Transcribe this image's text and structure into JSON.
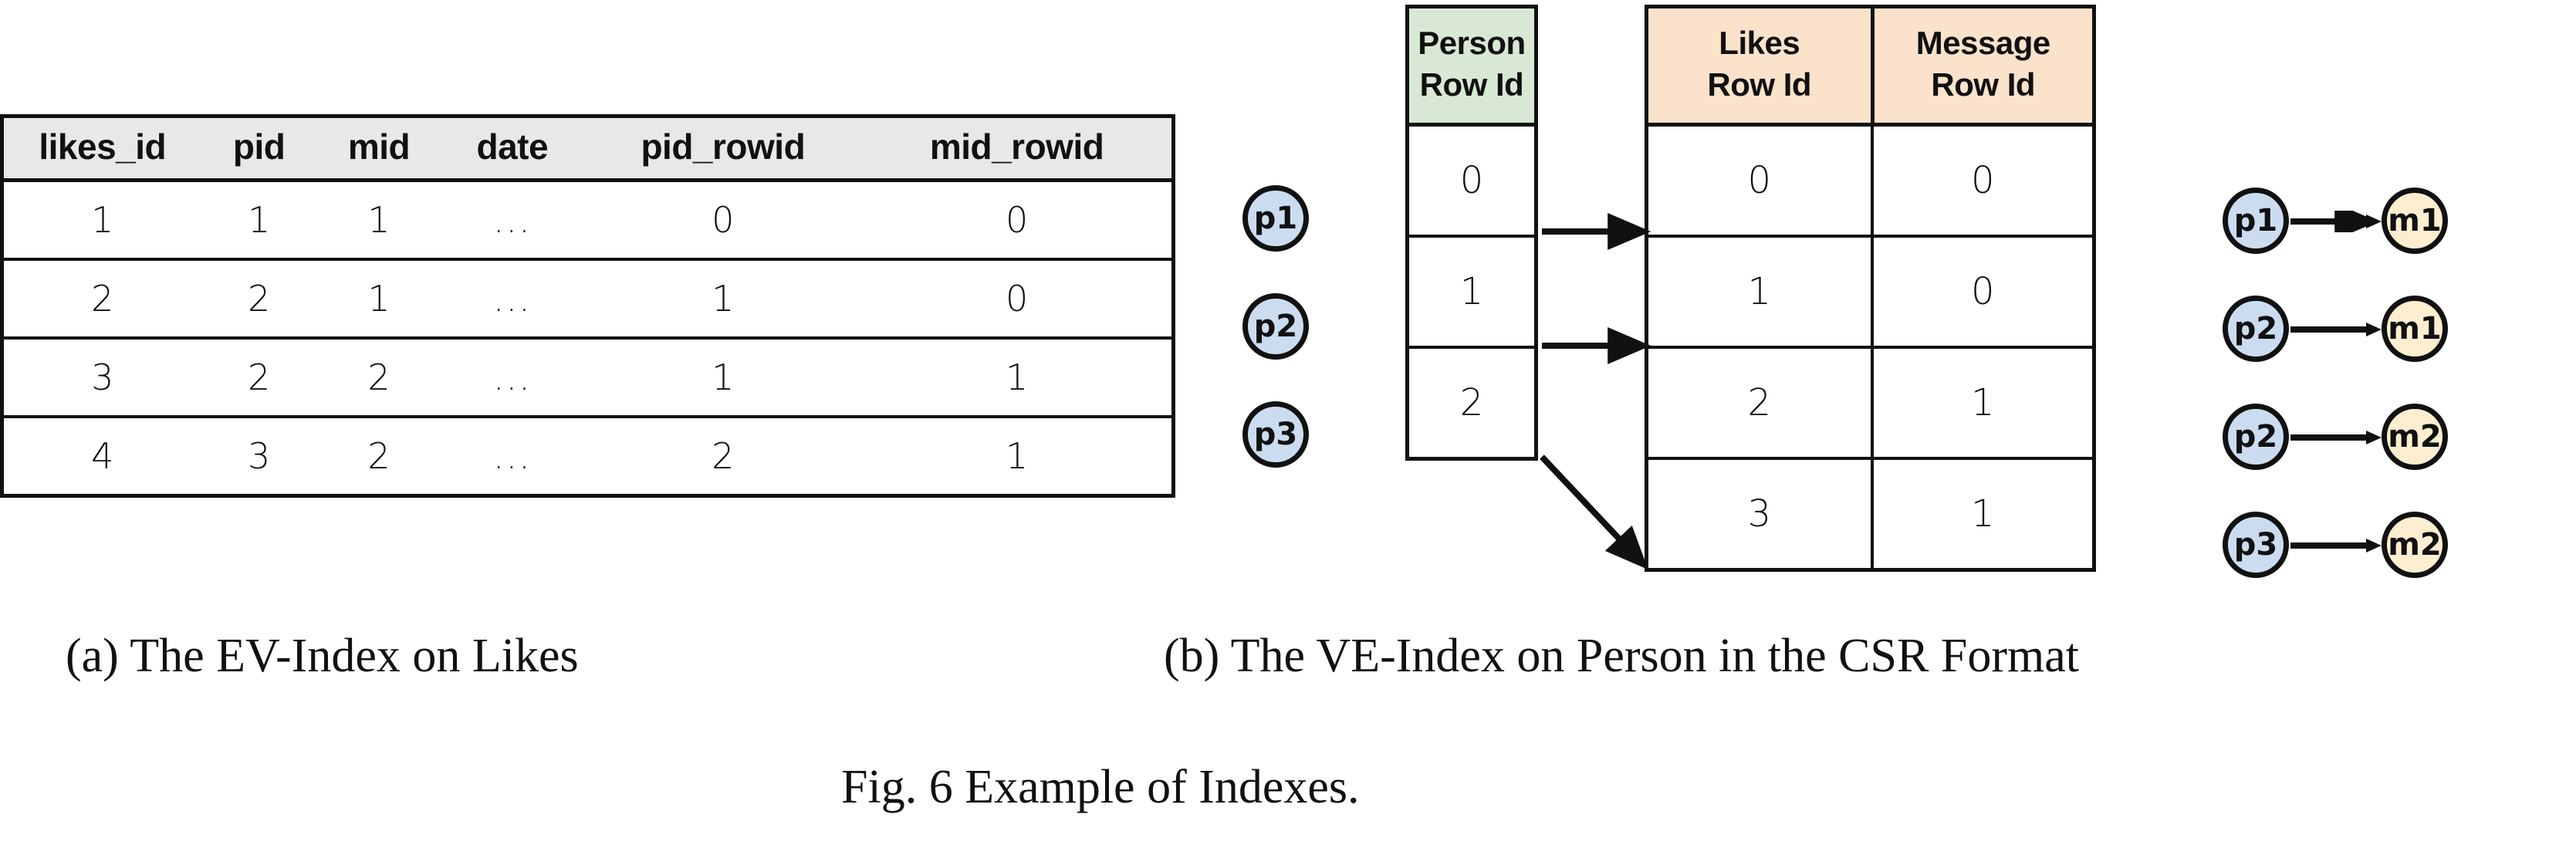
{
  "figure": {
    "caption": "Fig. 6 Example of Indexes.",
    "subcaption_a": "(a) The EV-Index on Likes",
    "subcaption_b": "(b) The VE-Index on Person in the CSR Format"
  },
  "colors": {
    "header_gray": "#e8e8e8",
    "person_header_green": "#d8e8d4",
    "csr_header_orange": "#fbe2cb",
    "person_node_blue": "#ccdcf0",
    "message_node_yellow": "#fdeed0",
    "line_black": "#111111"
  },
  "ev_index": {
    "columns": [
      "likes_id",
      "pid",
      "mid",
      "date",
      "pid_rowid",
      "mid_rowid"
    ],
    "rows": [
      [
        "1",
        "1",
        "1",
        "...",
        "0",
        "0"
      ],
      [
        "2",
        "2",
        "1",
        "...",
        "1",
        "0"
      ],
      [
        "3",
        "2",
        "2",
        "...",
        "1",
        "1"
      ],
      [
        "4",
        "3",
        "2",
        "...",
        "2",
        "1"
      ]
    ]
  },
  "ve_index": {
    "person_nodes": [
      "p1",
      "p2",
      "p3"
    ],
    "person_table": {
      "header": "Person Row Id",
      "header_line1": "Person",
      "header_line2": "Row Id",
      "values": [
        "0",
        "1",
        "2"
      ]
    },
    "csr_table": {
      "headers": [
        {
          "line1": "Likes",
          "line2": "Row Id",
          "full": "Likes Row Id"
        },
        {
          "line1": "Message",
          "line2": "Row Id",
          "full": "Message Row Id"
        }
      ],
      "rows": [
        [
          "0",
          "0"
        ],
        [
          "1",
          "0"
        ],
        [
          "2",
          "1"
        ],
        [
          "3",
          "1"
        ]
      ]
    },
    "edges": [
      {
        "from": "p1",
        "to": "m1"
      },
      {
        "from": "p2",
        "to": "m1"
      },
      {
        "from": "p2",
        "to": "m2"
      },
      {
        "from": "p3",
        "to": "m2"
      }
    ]
  }
}
